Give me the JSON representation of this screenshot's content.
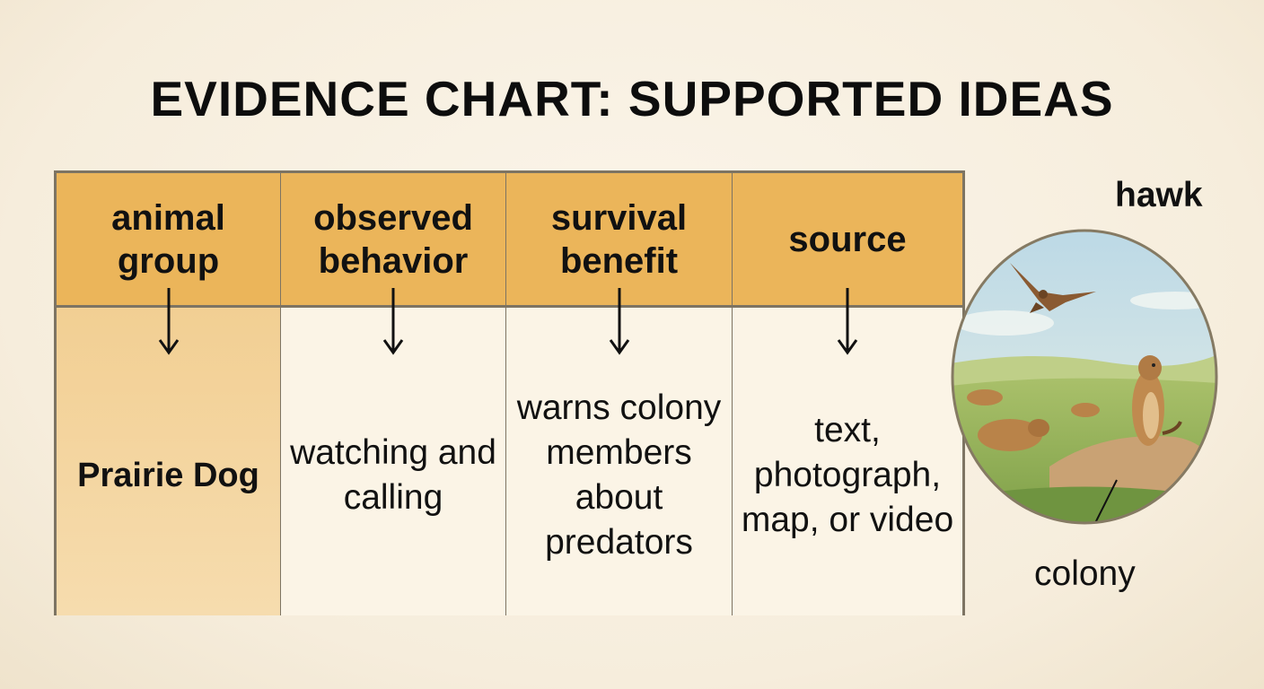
{
  "title": "EVIDENCE CHART: SUPPORTED IDEAS",
  "columns": [
    {
      "header": "animal group",
      "body": "Prairie Dog"
    },
    {
      "header": "observed behavior",
      "body": "watching and calling"
    },
    {
      "header": "survival benefit",
      "body": "warns colony members about predators"
    },
    {
      "header": "source",
      "body": "text, photograph, map, or video"
    }
  ],
  "labels": {
    "hawk": "hawk",
    "colony": "colony"
  },
  "colors": {
    "header": "#ebb55a",
    "border": "#7d7463",
    "first_cell": "#f2cf93",
    "cell": "#fbf4e6"
  }
}
